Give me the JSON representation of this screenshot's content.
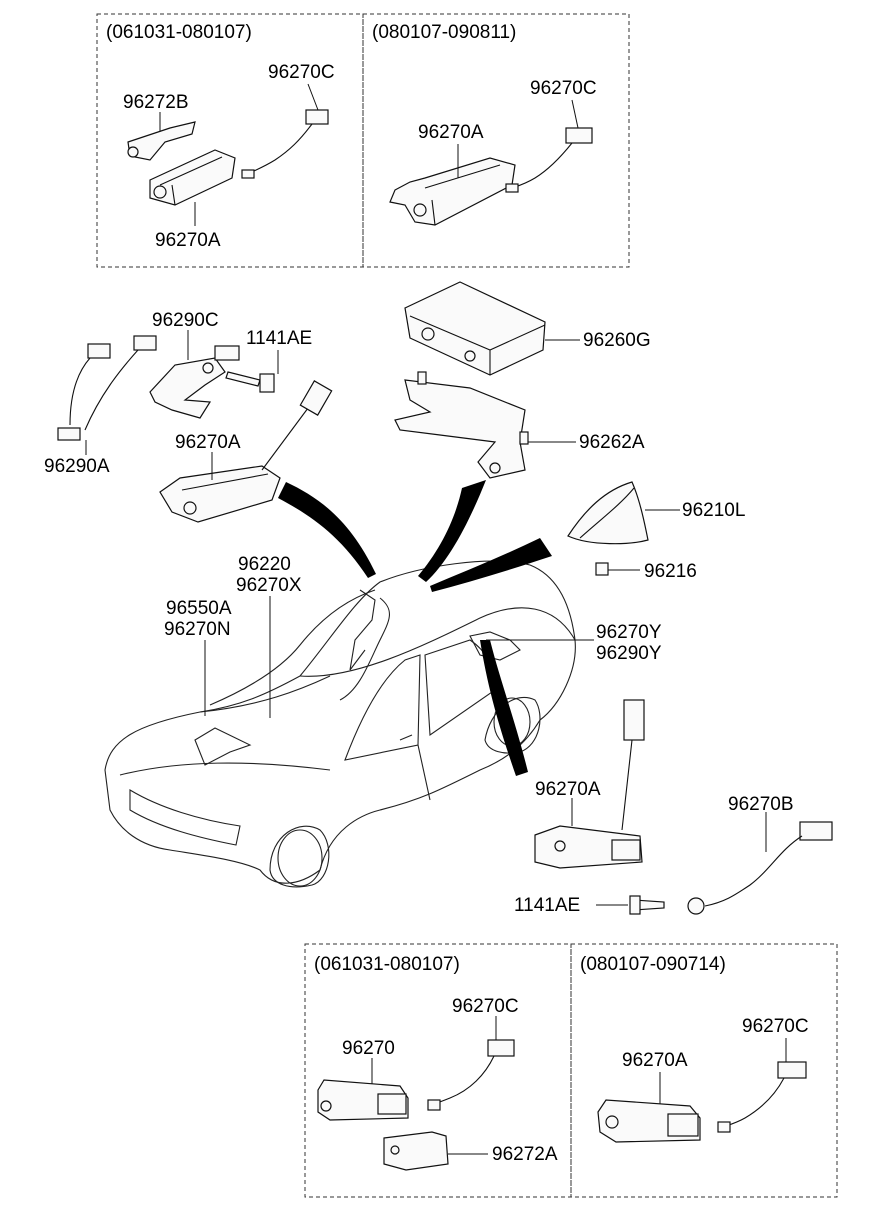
{
  "boxes": [
    {
      "label": "(061031-080107)"
    },
    {
      "label": "(080107-090811)"
    },
    {
      "label": "(061031-080107)"
    },
    {
      "label": "(080107-090714)"
    }
  ],
  "labels": {
    "b1_96272B": "96272B",
    "b1_96270C": "96270C",
    "b1_96270A": "96270A",
    "b2_96270A": "96270A",
    "b2_96270C": "96270C",
    "p_96290C": "96290C",
    "p_1141AE_top": "1141AE",
    "p_96290A": "96290A",
    "p_96270A_mid": "96270A",
    "p_96260G": "96260G",
    "p_96262A": "96262A",
    "p_96210L": "96210L",
    "p_96216": "96216",
    "p_96220": "96220",
    "p_96270X": "96270X",
    "p_96550A": "96550A",
    "p_96270N": "96270N",
    "p_96270Y": "96270Y",
    "p_96290Y": "96290Y",
    "p_96270A_low": "96270A",
    "p_96270B": "96270B",
    "p_1141AE_low": "1141AE",
    "b3_96270C": "96270C",
    "b3_96270": "96270",
    "b3_96272A": "96272A",
    "b4_96270C": "96270C",
    "b4_96270A": "96270A"
  }
}
